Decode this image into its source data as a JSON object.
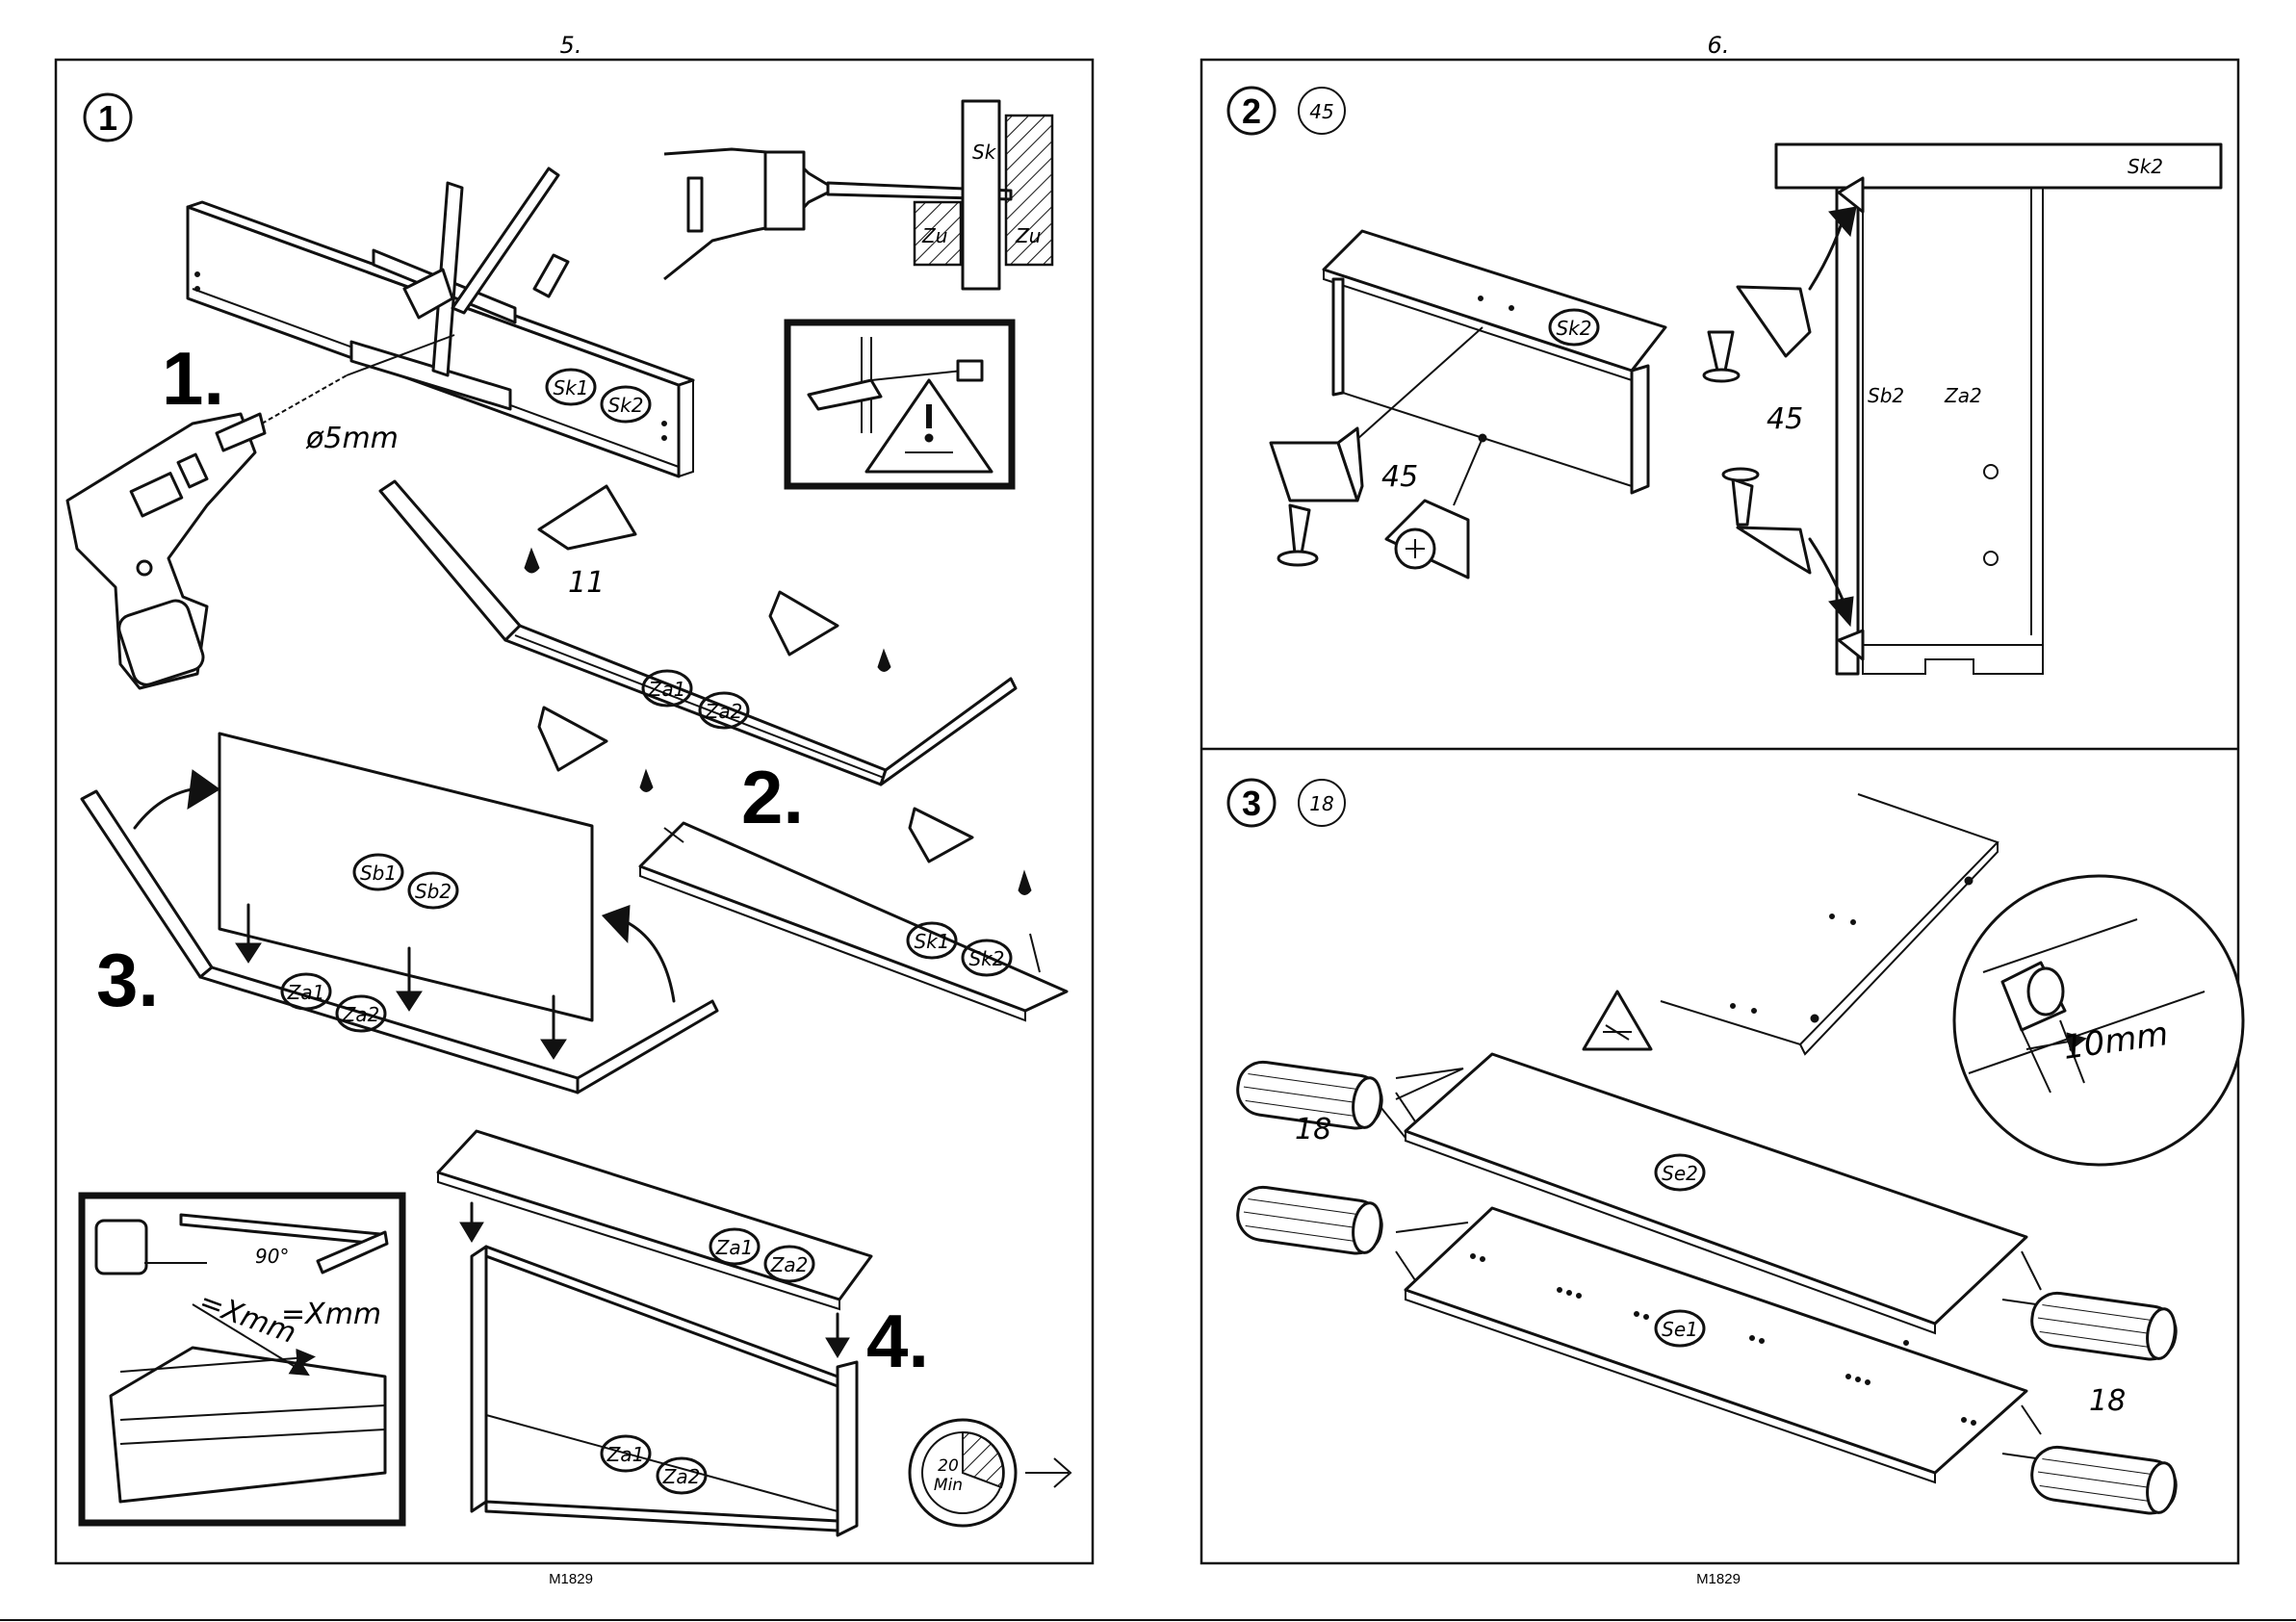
{
  "pages": [
    {
      "number": "5.",
      "code": "M1829",
      "step_badge": "1",
      "substeps": [
        "1.",
        "2.",
        "3.",
        "4."
      ],
      "drill": {
        "size": "ø5mm",
        "part_labels": [
          "Sk",
          "Zu",
          "Zu"
        ]
      },
      "parts": [
        "Sk1",
        "Sk2",
        "Za1",
        "Za2",
        "Sb1",
        "Sb2",
        "Sk1",
        "Sk2",
        "Za1",
        "Za2"
      ],
      "glue_count": "11",
      "square_check": {
        "angle": "90°",
        "measure1": "=Xmm",
        "measure2": "=Xmm"
      },
      "timer": {
        "value": "20",
        "unit": "Min"
      }
    },
    {
      "number": "6.",
      "code": "M1829",
      "step2": {
        "badge": "2",
        "count": "45",
        "parts": [
          "Sk2",
          "Sk2",
          "Sb2",
          "Za2"
        ],
        "bracket_count": "45",
        "bracket_count2": "45"
      },
      "step3": {
        "badge": "3",
        "count": "18",
        "parts": [
          "Se2",
          "Se1"
        ],
        "dowel_count_left": "18",
        "dowel_count_right": "18",
        "dowel_depth": "10mm"
      }
    }
  ],
  "icons": [
    "drill-icon",
    "glue-tube-icon",
    "clamp-icon",
    "warning-triangle-icon",
    "wood-dowel-icon",
    "angle-bracket-icon",
    "screw-icon",
    "timer-icon",
    "arrow-right-icon",
    "measuring-tape-icon"
  ]
}
